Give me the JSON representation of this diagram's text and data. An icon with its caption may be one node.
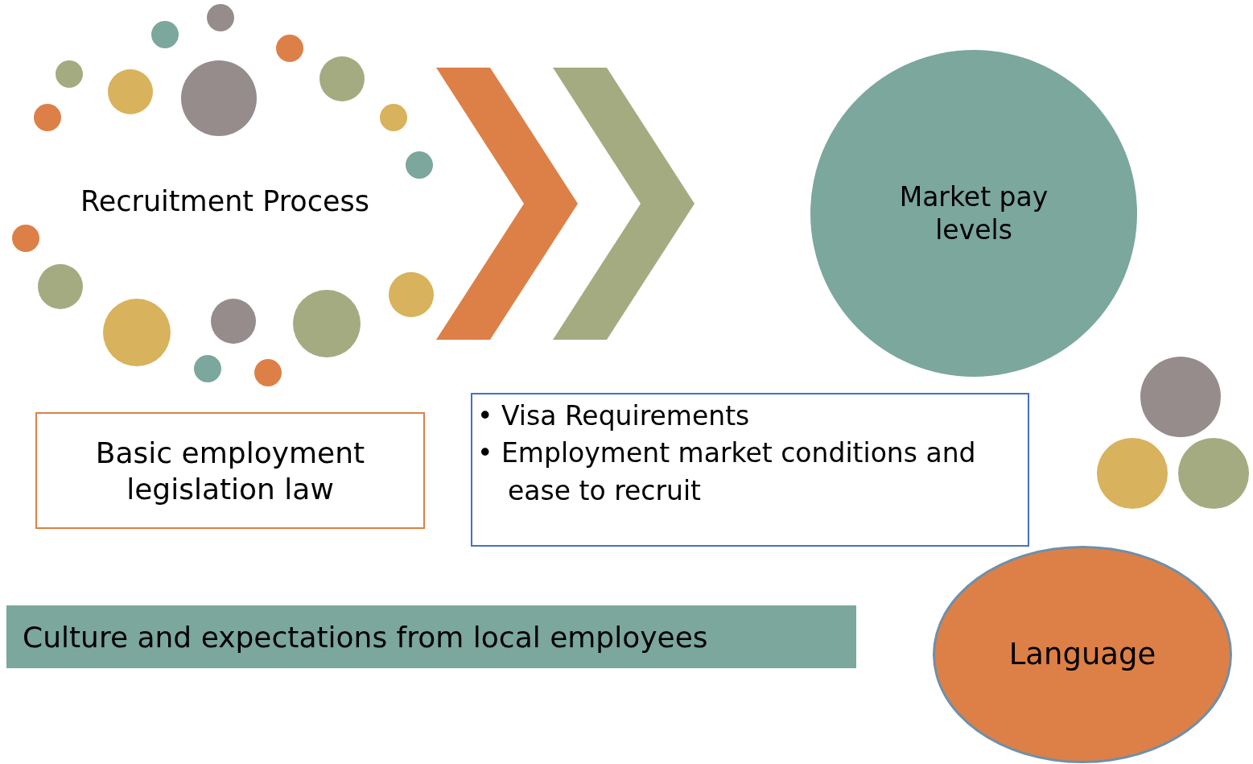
{
  "diagram": {
    "nodes": [
      {
        "text": [
          "Market pay levels"
        ]
      },
      {
        "text": [
          "Basic employment legislation law"
        ]
      },
      {
        "text": [
          "• Visa Requirements",
          "• Employment market conditions and ease to recruit"
        ]
      },
      {
        "text": [
          "Culture and expectations from local employees"
        ]
      },
      {
        "text": [
          "Language"
        ]
      }
    ],
    "labels": [
      "Recruitment Process"
    ]
  }
}
